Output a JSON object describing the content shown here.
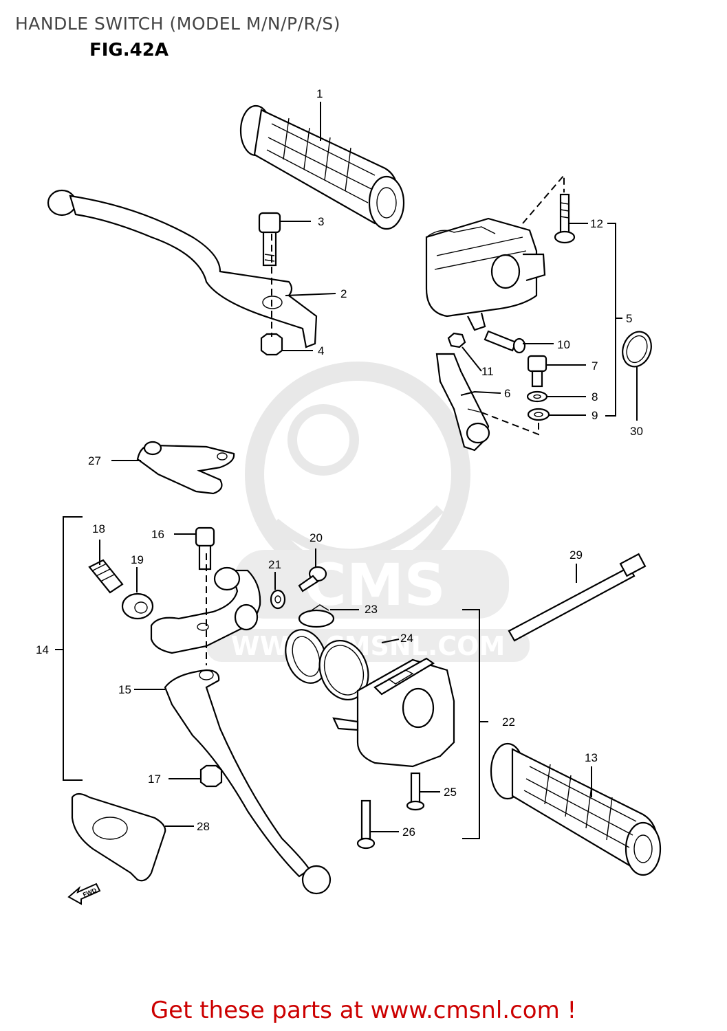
{
  "header": {
    "title": "HANDLE SWITCH (MODEL M/N/P/R/S)",
    "figure": "FIG.42A"
  },
  "watermark": {
    "logo_text": "CMS",
    "url_text": "WWW.CMSNL.COM"
  },
  "fwd_badge": "FWD",
  "callouts": [
    "1",
    "2",
    "3",
    "4",
    "5",
    "6",
    "7",
    "8",
    "9",
    "10",
    "11",
    "12",
    "13",
    "14",
    "15",
    "16",
    "17",
    "18",
    "19",
    "20",
    "21",
    "22",
    "23",
    "24",
    "25",
    "26",
    "27",
    "28",
    "29",
    "30"
  ],
  "footer": {
    "cta": "Get these parts at www.cmsnl.com !"
  },
  "colors": {
    "cta": "#cc0000",
    "watermark": "#e6e6e6",
    "line": "#000000"
  }
}
